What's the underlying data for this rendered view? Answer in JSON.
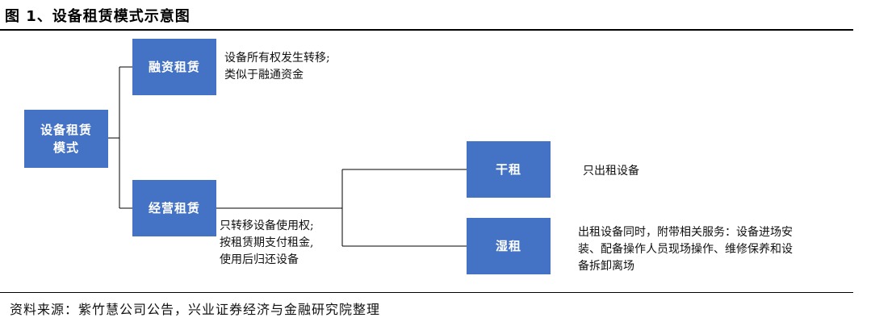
{
  "figure_title": "图 1、设备租赁模式示意图",
  "nodes": {
    "root": "设备租赁\n模式",
    "financing_lease": "融资租赁",
    "operating_lease": "经营租赁",
    "dry_lease": "干租",
    "wet_lease": "湿租"
  },
  "notes": {
    "financing_lease": "设备所有权发生转移;\n类似于融通资金",
    "operating_lease": "只转移设备使用权;\n按租赁期支付租金,\n使用后归还设备",
    "dry_lease": "只出租设备",
    "wet_lease": "出租设备同时，附带相关服务：设备进场安\n装、配备操作人员现场操作、维修保养和设\n备拆卸离场"
  },
  "source": "资料来源：紫竹慧公司公告，兴业证券经济与金融研究院整理",
  "colors": {
    "node_fill": "#4472c4",
    "node_text": "#ffffff",
    "connector": "#000000"
  }
}
